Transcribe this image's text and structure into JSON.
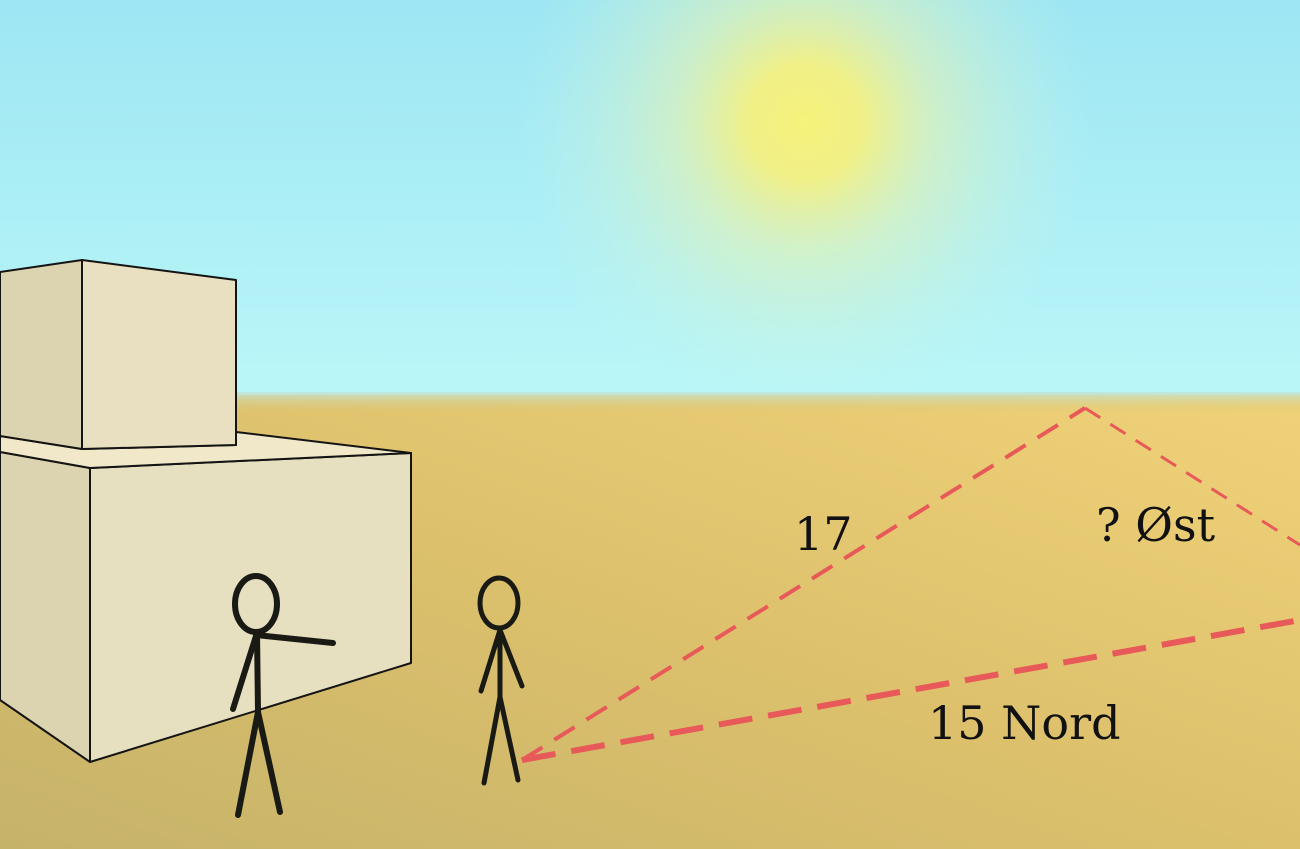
{
  "labels": {
    "hypotenuse": "17",
    "east_leg": "? Øst",
    "north_leg": "15 Nord"
  },
  "colors": {
    "sky_top": "#9fe8f4",
    "sky_horizon": "#b8f6f8",
    "sun": "#f5f07a",
    "sand_light": "#ecd070",
    "sand_dark": "#c9b56a",
    "building_front": "#e8e0c0",
    "building_side": "#dcd4b0",
    "triangle_line": "#e85a5a",
    "figure_line": "#1a1a14"
  }
}
